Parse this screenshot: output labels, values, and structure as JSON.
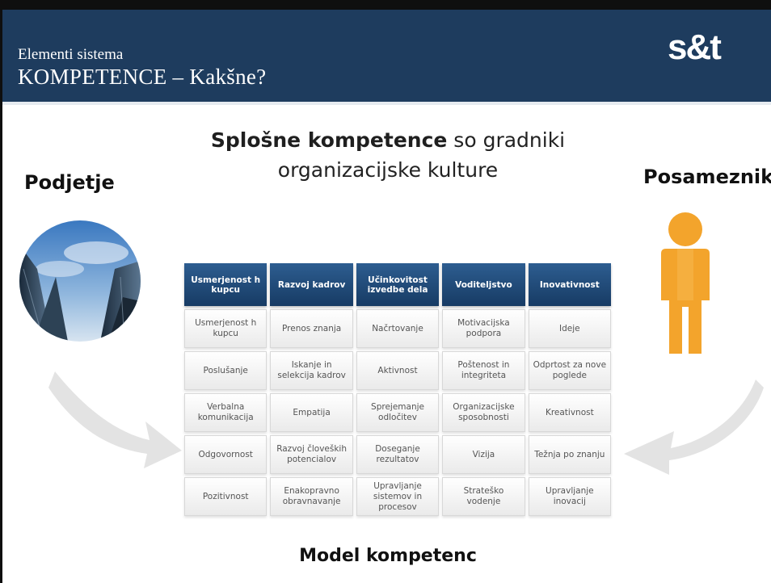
{
  "header": {
    "subtitle": "Elementi sistema",
    "title": "KOMPETENCE – Kakšne?",
    "logo": "s&t"
  },
  "headline": {
    "bold": "Splošne kompetence",
    "rest_line1": " so gradniki",
    "line2": "organizacijske kulture"
  },
  "labels": {
    "left": "Podjetje",
    "right": "Posameznik"
  },
  "model": {
    "headers": [
      "Usmerjenost h kupcu",
      "Razvoj kadrov",
      "Učinkovitost izvedbe dela",
      "Voditeljstvo",
      "Inovativnost"
    ],
    "rows": [
      [
        "Usmerjenost h kupcu",
        "Prenos znanja",
        "Načrtovanje",
        "Motivacijska podpora",
        "Ideje"
      ],
      [
        "Poslušanje",
        "Iskanje in selekcija kadrov",
        "Aktivnost",
        "Poštenost in integriteta",
        "Odprtost za nove poglede"
      ],
      [
        "Verbalna komunikacija",
        "Empatija",
        "Sprejemanje odločitev",
        "Organizacijske sposobnosti",
        "Kreativnost"
      ],
      [
        "Odgovornost",
        "Razvoj človeških potencialov",
        "Doseganje rezultatov",
        "Vizija",
        "Težnja po znanju"
      ],
      [
        "Pozitivnost",
        "Enakopravno obravnavanje",
        "Upravljanje sistemov in procesov",
        "Strateško vodenje",
        "Upravljanje inovacij"
      ]
    ],
    "caption": "Model kompetenc"
  },
  "colors": {
    "header_bg": "#1e3c5e",
    "grid_header": "#1f4a78",
    "person": "#f5a623"
  },
  "icons": [
    "building-photo-icon",
    "person-icon",
    "curved-arrow-icon"
  ]
}
